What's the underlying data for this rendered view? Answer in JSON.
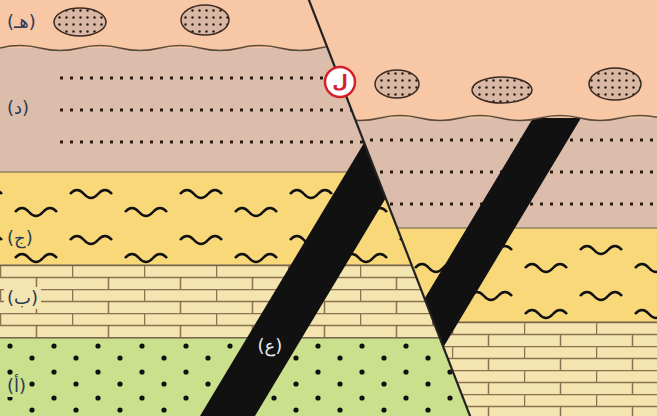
{
  "diagram": {
    "nodes": [
      {
        "text": [
          "ل"
        ]
      }
    ],
    "labels": [
      "(هـ)",
      "(د)",
      "(ج)",
      "(ب)",
      "(أ)",
      "(ع)"
    ]
  }
}
